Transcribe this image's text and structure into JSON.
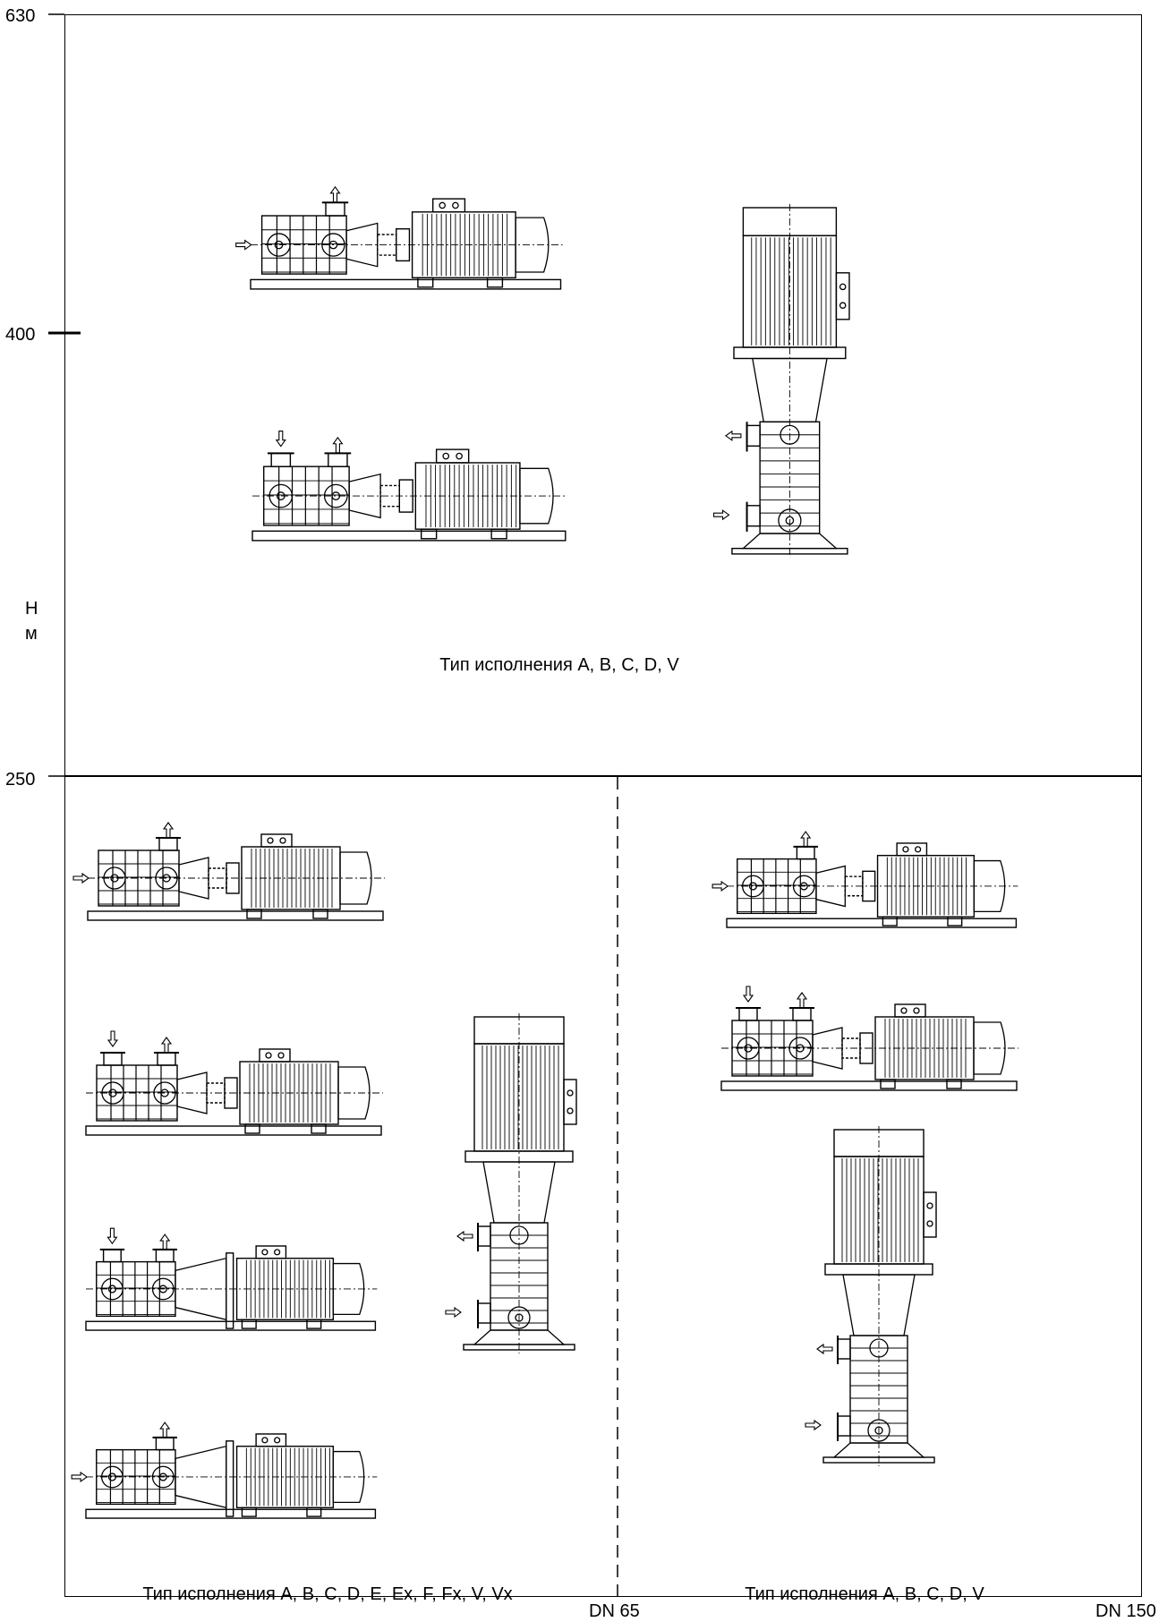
{
  "axis": {
    "y_label_line1": "H",
    "y_label_line2": "м",
    "y_ticks": [
      "630",
      "400",
      "250"
    ],
    "x_ticks": [
      "DN 65",
      "DN 150"
    ]
  },
  "regions": {
    "upper": {
      "caption": "Тип исполнения A, B, C, D, V"
    },
    "lower_left": {
      "caption": "Тип исполнения A, B, C, D, E, Ex, F, Fx, V, Vx"
    },
    "lower_right": {
      "caption": "Тип исполнения A, B, C, D, V"
    }
  }
}
